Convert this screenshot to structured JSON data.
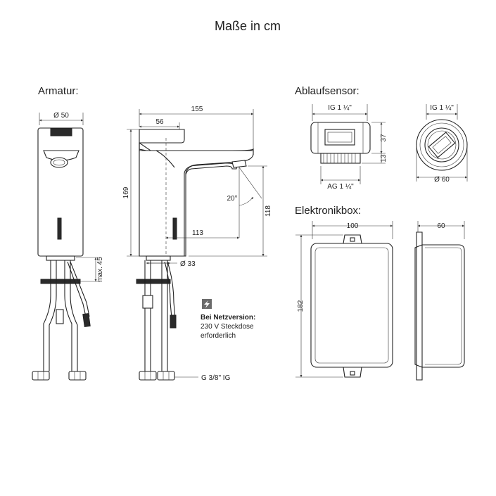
{
  "title": "Maße in cm",
  "sections": {
    "armatur": "Armatur:",
    "ablaufsensor": "Ablaufsensor:",
    "elektronikbox": "Elektronikbox:"
  },
  "armatur_dims": {
    "diameter_top": "Ø 50",
    "width_total": "155",
    "width_head": "56",
    "height_total": "169",
    "height_spout": "118",
    "spout_reach": "113",
    "angle": "20°",
    "diameter_base": "Ø 33",
    "max_hole": "max. 45",
    "connection": "G 3/8\" IG"
  },
  "note": {
    "icon": "lightning-icon",
    "line1": "Bei Netzversion:",
    "line2": "230 V Steckdose",
    "line3": "erforderlich"
  },
  "ablaufsensor_dims": {
    "thread_top": "IG 1 ¼\"",
    "height_1": "37",
    "height_2": "13",
    "thread_bottom": "AG 1 ¼\"",
    "thread_round": "IG 1 ¼\"",
    "diameter": "Ø 60"
  },
  "elektronikbox_dims": {
    "width": "100",
    "height": "182",
    "depth": "60"
  }
}
